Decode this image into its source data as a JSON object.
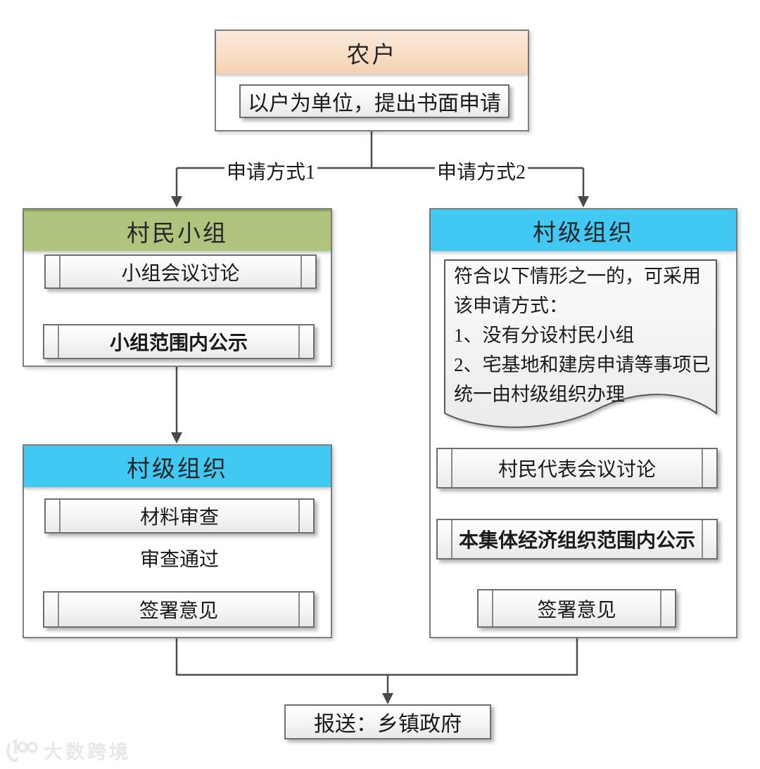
{
  "top_box": {
    "title": "农户",
    "step": "以户为单位，提出书面申请"
  },
  "branch": {
    "label1": "申请方式1",
    "label2": "申请方式2"
  },
  "left": {
    "group": {
      "title": "村民小组",
      "step1": "小组会议讨论",
      "step2": "小组范围内公示"
    },
    "org": {
      "title": "村级组织",
      "step1": "材料审查",
      "edge_label": "审查通过",
      "step2": "签署意见"
    }
  },
  "right": {
    "title": "村级组织",
    "note_lines": [
      "符合以下情形之一的，可采用",
      "该申请方式：",
      "1、没有分设村民小组",
      "2、宅基地和建房申请等事项已",
      "统一由村级组织办理"
    ],
    "step1": "村民代表会议讨论",
    "step2": "本集体经济组织范围内公示",
    "step3": "签署意见"
  },
  "bottom": {
    "label": "报送：乡镇政府"
  },
  "watermark": {
    "text": "大数跨境"
  },
  "colors": {
    "header_peach": "#F5D2B0",
    "header_green": "#AFC47D",
    "header_cyan": "#41C8F3",
    "connector_line": "#4D4D4D",
    "box_border": "#7F7F7F",
    "process_border": "#6E6E6E"
  }
}
